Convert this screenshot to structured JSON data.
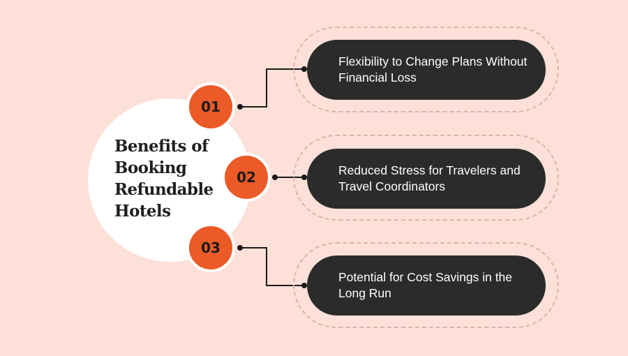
{
  "hub": {
    "title_lines": [
      "Benefits of",
      "Booking",
      "Refundable",
      "Hotels"
    ]
  },
  "items": [
    {
      "number": "01",
      "text": "Flexibility to Change Plans Without Financial Loss"
    },
    {
      "number": "02",
      "text": "Reduced Stress for Travelers and Travel Coordinators"
    },
    {
      "number": "03",
      "text": "Potential for Cost Savings in the Long Run"
    }
  ],
  "colors": {
    "background": "#fde0d8",
    "accent": "#eb5a27",
    "pill": "#2b2b2b",
    "hub": "#ffffff",
    "connector": "#1a1a1a"
  }
}
